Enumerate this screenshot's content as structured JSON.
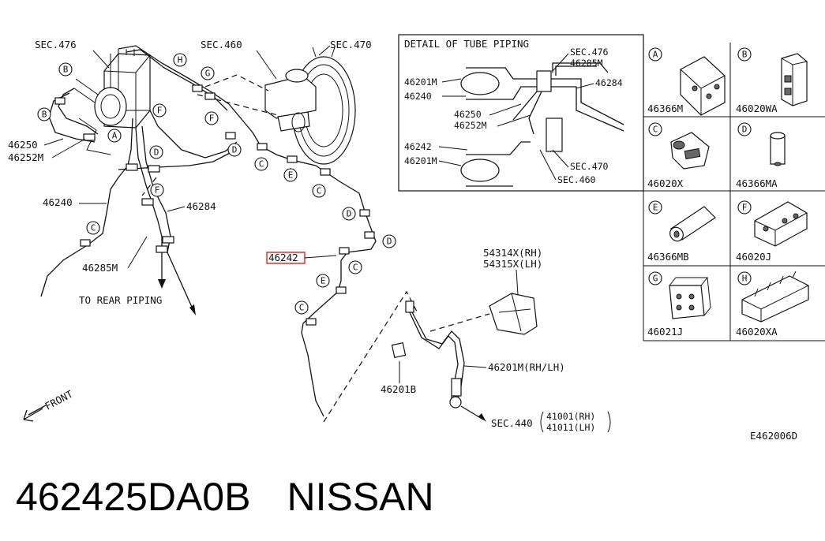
{
  "main_labels": {
    "sec476": "SEC.476",
    "sec460": "SEC.460",
    "sec470": "SEC.470",
    "p46250": "46250",
    "p46252m": "46252M",
    "p46240": "46240",
    "p46284": "46284",
    "p46285m": "46285M",
    "to_rear": "TO REAR PIPING",
    "highlight": "46242",
    "p54314x": "54314X(RH)",
    "p54315x": "54315X(LH)",
    "p46201m": "46201M(RH/LH)",
    "p46201b": "46201B",
    "sec440": "SEC.440",
    "p41001": "41001(RH)",
    "p41011": "41011(LH)",
    "front": "FRONT",
    "code": "E462006D"
  },
  "detail": {
    "title": "DETAIL OF TUBE PIPING",
    "sec476": "SEC.476",
    "p46285m": "46285M",
    "p46284": "46284",
    "p46201m_a": "46201M",
    "p46240": "46240",
    "p46250": "46250",
    "p46252m": "46252M",
    "p46242": "46242",
    "p46201m_b": "46201M",
    "sec470": "SEC.470",
    "sec460": "SEC.460"
  },
  "callouts": [
    "A",
    "B",
    "C",
    "D",
    "E",
    "F",
    "G",
    "H"
  ],
  "parts_grid": [
    {
      "letter": "A",
      "part": "46366M"
    },
    {
      "letter": "B",
      "part": "46020WA"
    },
    {
      "letter": "C",
      "part": "46020X"
    },
    {
      "letter": "D",
      "part": "46366MA"
    },
    {
      "letter": "E",
      "part": "46366MB"
    },
    {
      "letter": "F",
      "part": "46020J"
    },
    {
      "letter": "G",
      "part": "46021J"
    },
    {
      "letter": "H",
      "part": "46020XA"
    }
  ],
  "caption": {
    "part_number": "462425DA0B",
    "brand": "NISSAN"
  },
  "colors": {
    "highlight": "#e02020",
    "line": "#111111"
  }
}
